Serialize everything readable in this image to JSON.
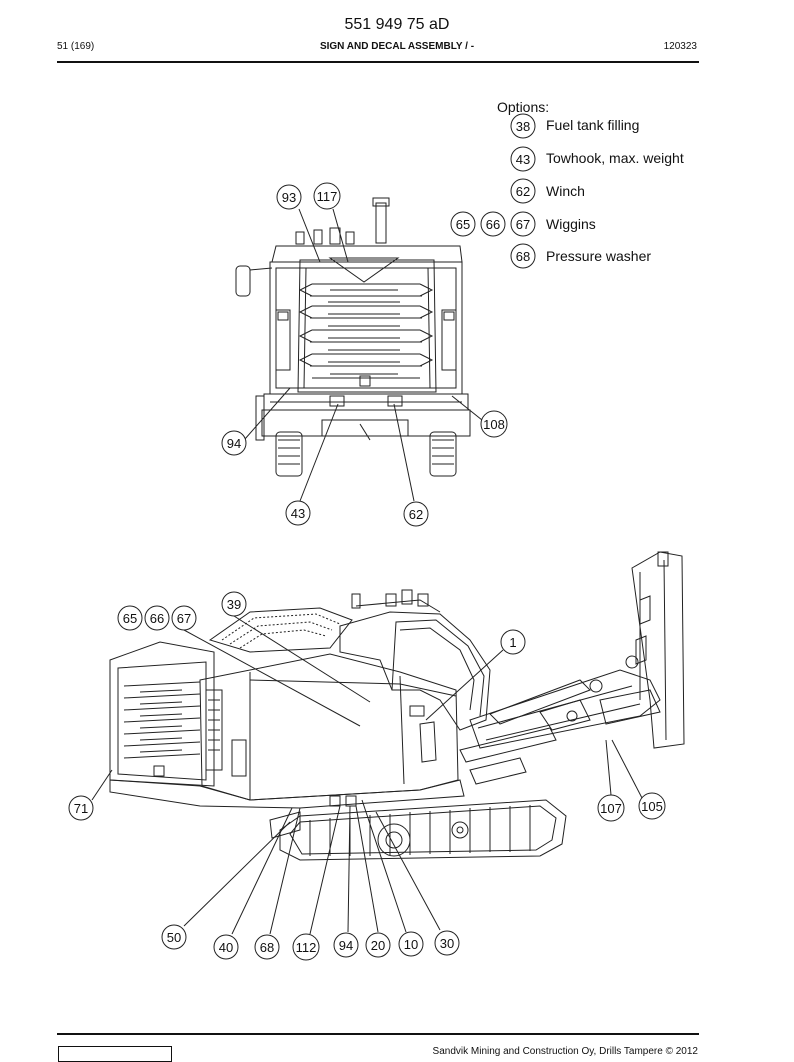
{
  "header": {
    "doc_number": "551 949 75 aD",
    "page": "51 (169)",
    "section": "SIGN AND DECAL ASSEMBLY / -",
    "code": "120323"
  },
  "options": {
    "title": "Options:",
    "items": [
      {
        "nums": [
          "38"
        ],
        "label": "Fuel tank filling"
      },
      {
        "nums": [
          "43"
        ],
        "label": "Towhook, max. weight"
      },
      {
        "nums": [
          "62"
        ],
        "label": "Winch"
      },
      {
        "nums": [
          "65",
          "66",
          "67"
        ],
        "label": "Wiggins"
      },
      {
        "nums": [
          "68"
        ],
        "label": "Pressure washer"
      }
    ]
  },
  "rear_view_callouts": [
    "93",
    "117",
    "108",
    "94",
    "43",
    "62"
  ],
  "side_view_callouts": [
    "39",
    "65",
    "66",
    "67",
    "1",
    "71",
    "107",
    "105",
    "50",
    "40",
    "68",
    "112",
    "94",
    "20",
    "10",
    "30"
  ],
  "footer": {
    "copyright": "Sandvik Mining and Construction Oy, Drills Tampere © 2012"
  }
}
